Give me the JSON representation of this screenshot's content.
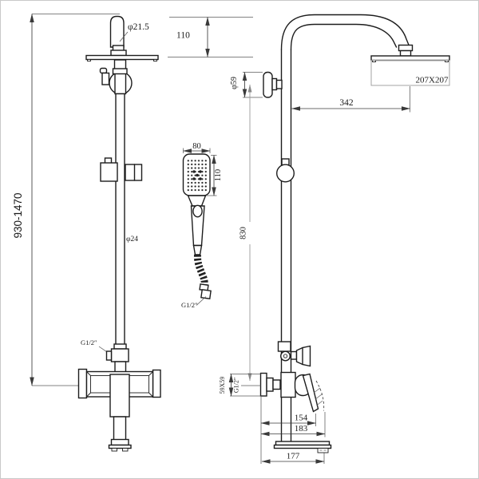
{
  "colors": {
    "line": "#1d1d1d",
    "dimension": "#3a3a3a",
    "light_dimension": "#9a9a9a",
    "background": "#ffffff",
    "border": "#c9c9c9"
  },
  "side_view": {
    "labels": {
      "top_pipe_diameter": "φ21.5",
      "stem_height": "110",
      "column_height_range": "930-1470",
      "rail_diameter": "φ24",
      "rail_connector_thread": "G1/2″"
    }
  },
  "hand_shower": {
    "labels": {
      "width": "80",
      "height": "110",
      "hose_thread": "G1/2″"
    }
  },
  "front_view": {
    "labels": {
      "wall_bracket_diameter": "φ59",
      "head_size": "207X207",
      "arm_reach": "342",
      "riser_height": "830",
      "escutcheon_size": "59X59",
      "supply_thread": "G1/2″",
      "handle_projection": "154",
      "valve_projection": "183",
      "base_projection": "177"
    }
  }
}
